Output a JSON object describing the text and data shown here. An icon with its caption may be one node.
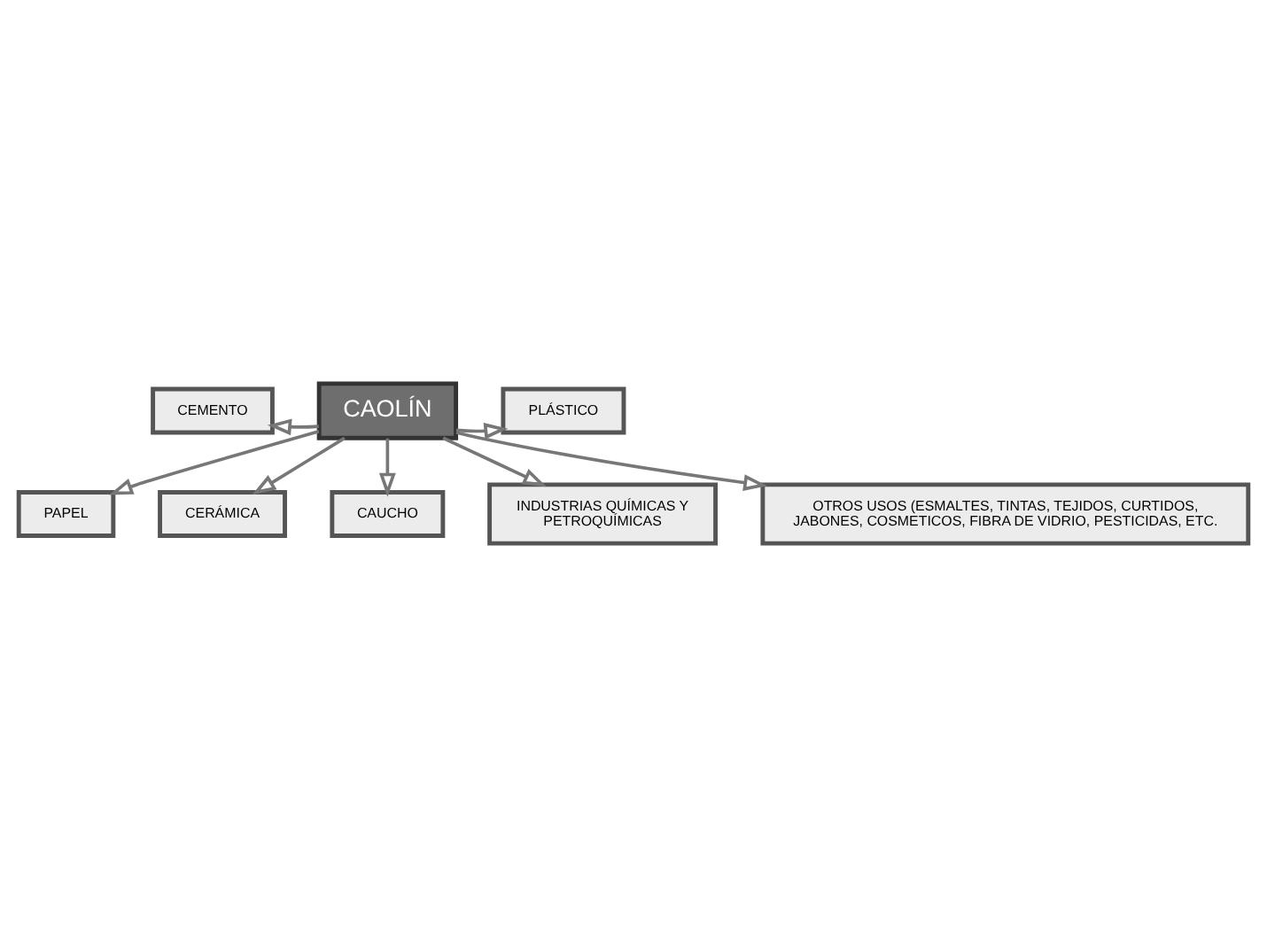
{
  "diagram": {
    "nodes": [
      {
        "text": [
          "PAPEL"
        ]
      },
      {
        "text": [
          "CERÁMICA"
        ]
      },
      {
        "text": [
          "CEMENTO"
        ]
      },
      {
        "text": [
          "CAOLÍN"
        ]
      },
      {
        "text": [
          "PLÁSTICO"
        ]
      },
      {
        "text": [
          "CAUCHO"
        ]
      },
      {
        "text": [
          "INDUSTRIAS QUÍMICAS Y PETROQUÍMICAS"
        ]
      },
      {
        "text": [
          "OTROS USOS (ESMALTES, TINTAS, TEJIDOS, CURTIDOS, JABONES, COSMETICOS, FIBRA DE VIDRIO, PESTICIDAS, ETC."
        ]
      }
    ],
    "edges": [
      {
        "from": 3,
        "to": 0,
        "arrow": "to"
      },
      {
        "from": 3,
        "to": 1,
        "arrow": "to"
      },
      {
        "from": 3,
        "to": 2,
        "arrow": "to"
      },
      {
        "from": 3,
        "to": 4,
        "arrow": "to"
      },
      {
        "from": 3,
        "to": 5,
        "arrow": "to"
      },
      {
        "from": 3,
        "to": 6,
        "arrow": "to"
      },
      {
        "from": 3,
        "to": 7,
        "arrow": "to"
      }
    ]
  }
}
